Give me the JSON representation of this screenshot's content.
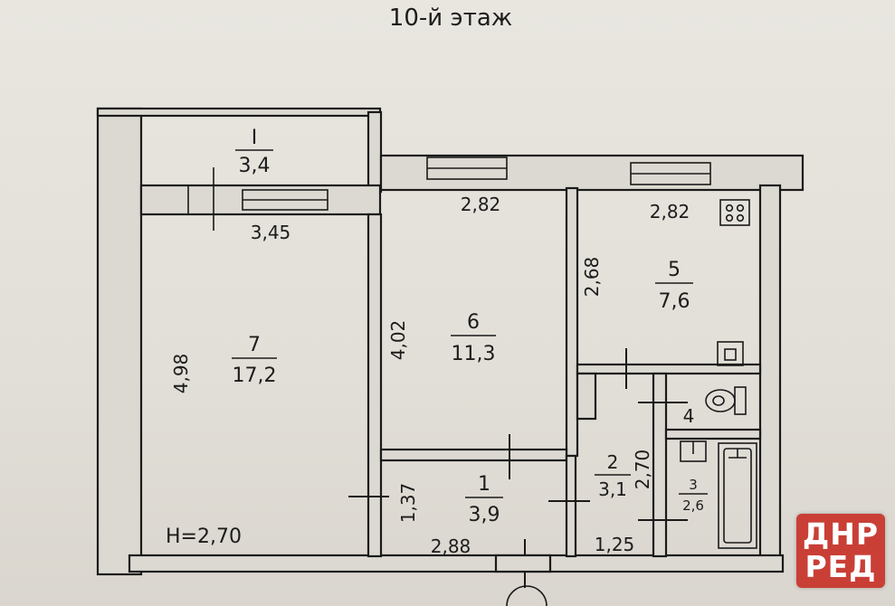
{
  "title": "10-й этаж",
  "height_label": "H=2,70",
  "rooms": [
    {
      "id": "I",
      "area": "3,4"
    },
    {
      "id": "7",
      "area": "17,2"
    },
    {
      "id": "6",
      "area": "11,3"
    },
    {
      "id": "5",
      "area": "7,6"
    },
    {
      "id": "1",
      "area": "3,9"
    },
    {
      "id": "2",
      "area": "3,1"
    },
    {
      "id": "3",
      "area": "2,6"
    },
    {
      "id": "4",
      "area": ""
    }
  ],
  "dimensions": {
    "balcony_width": "3,45",
    "room6_width": "2,82",
    "room5_width": "2,82",
    "room5_depth": "2,68",
    "room7_depth": "4,98",
    "room6_depth": "4,02",
    "hall_depth": "1,37",
    "hall_width": "2,88",
    "corridor_width": "1,25",
    "corridor_depth": "2,70"
  },
  "logo": {
    "line1": "ДНР",
    "line2": "РЕД",
    "color": "#c93f36"
  }
}
